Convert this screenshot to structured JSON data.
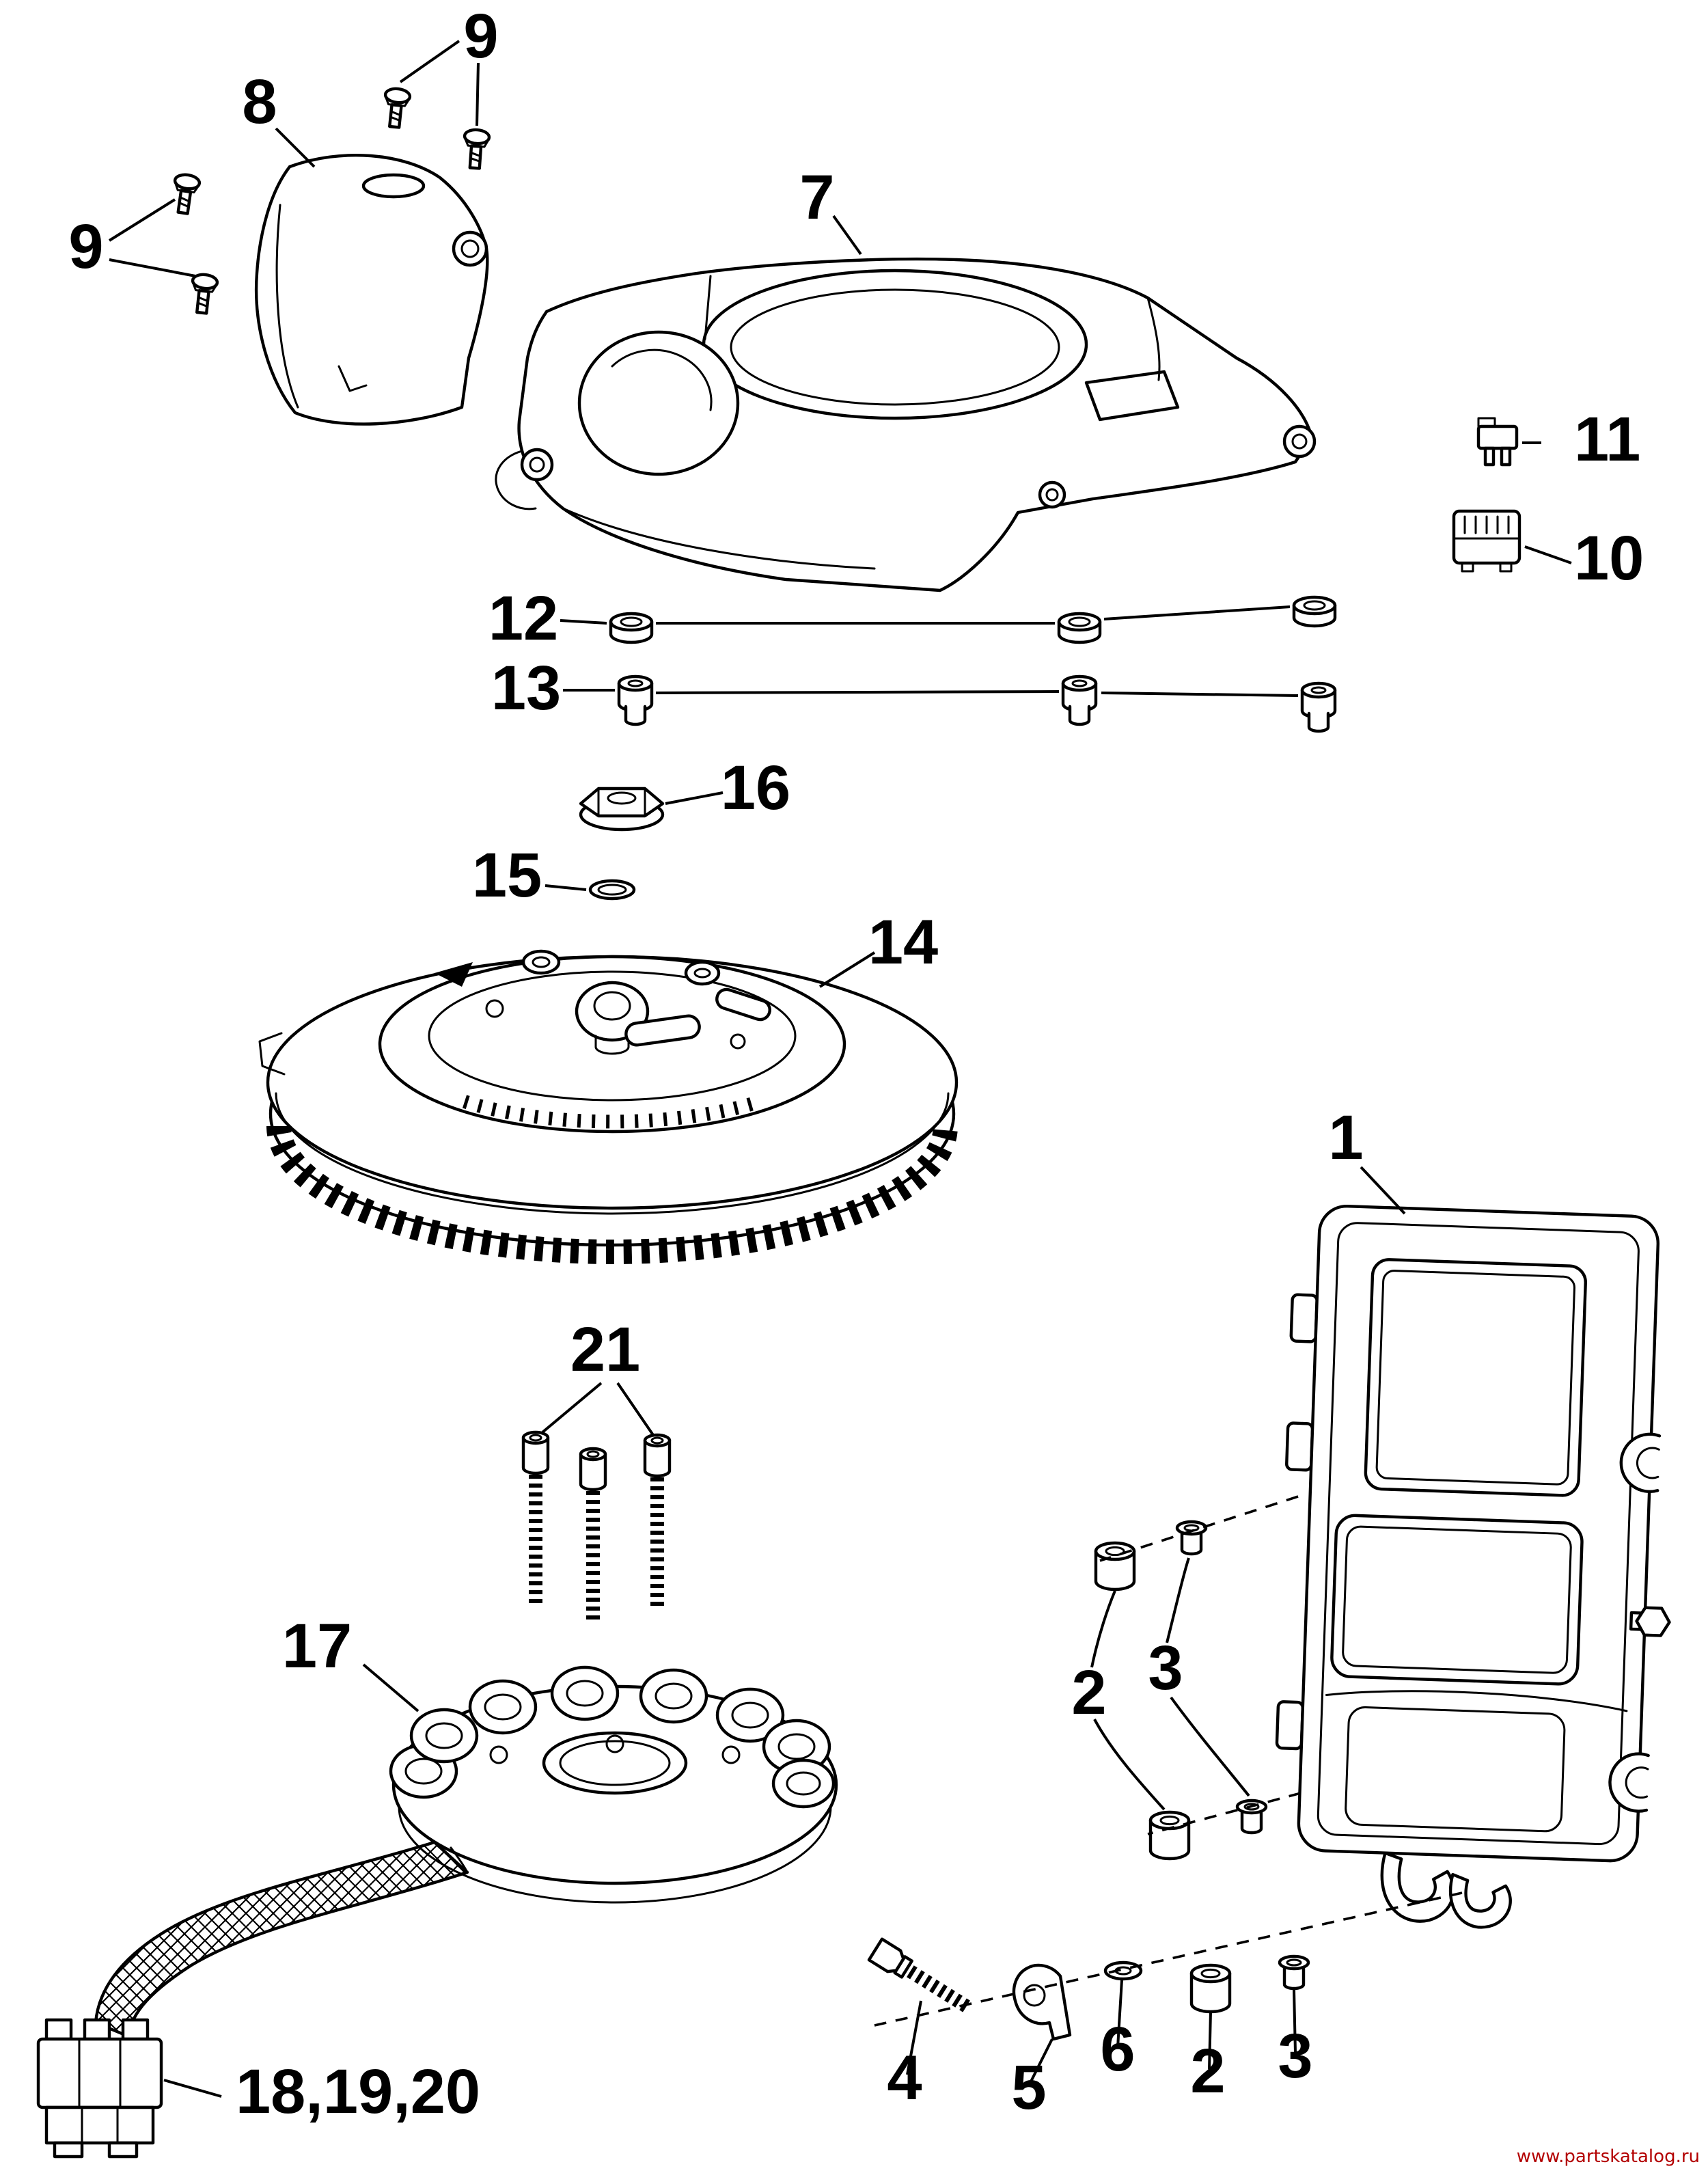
{
  "diagram": {
    "callouts": [
      {
        "label": "9"
      },
      {
        "label": "8"
      },
      {
        "label": "9"
      },
      {
        "label": "7"
      },
      {
        "label": "11"
      },
      {
        "label": "10"
      },
      {
        "label": "12"
      },
      {
        "label": "13"
      },
      {
        "label": "16"
      },
      {
        "label": "15"
      },
      {
        "label": "14"
      },
      {
        "label": "1"
      },
      {
        "label": "21"
      },
      {
        "label": "17"
      },
      {
        "label": "2"
      },
      {
        "label": "3"
      },
      {
        "label": "4"
      },
      {
        "label": "5"
      },
      {
        "label": "6"
      },
      {
        "label": "2"
      },
      {
        "label": "3"
      },
      {
        "label": "18,19,20"
      }
    ],
    "watermark": "www.partskatalog.ru",
    "colors": {
      "line": "#000000",
      "watermark": "#b30000",
      "background": "#ffffff"
    }
  }
}
